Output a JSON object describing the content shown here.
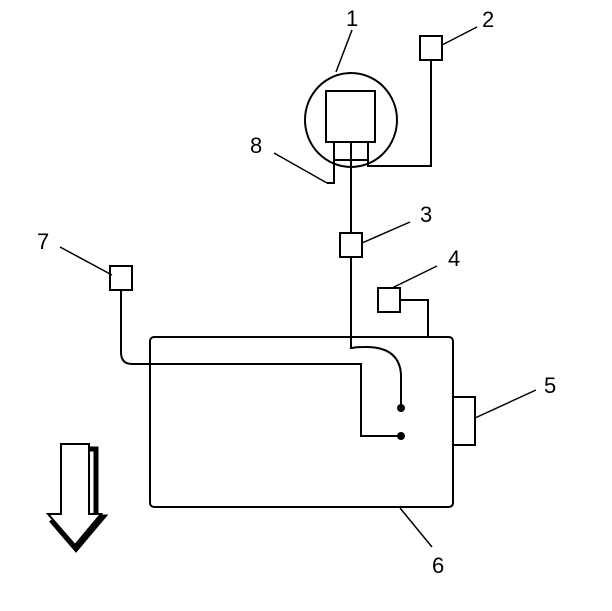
{
  "callouts": {
    "c1": "1",
    "c2": "2",
    "c3": "3",
    "c4": "4",
    "c5": "5",
    "c6": "6",
    "c7": "7",
    "c8": "8"
  },
  "colors": {
    "line": "#000000",
    "background": "#ffffff"
  },
  "icons": {
    "direction_arrow": "down-arrow-icon"
  }
}
